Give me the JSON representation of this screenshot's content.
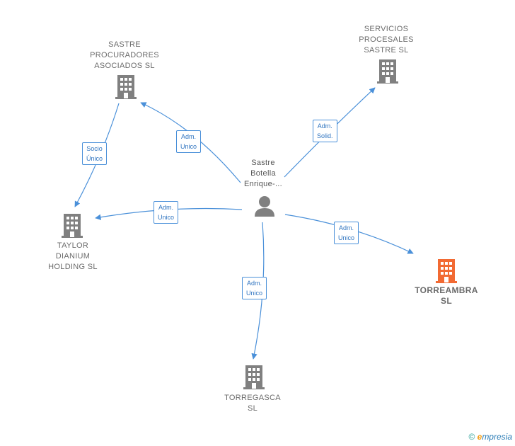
{
  "nodes": {
    "person": {
      "lines": [
        "Sastre",
        "Botella",
        "Enrique-..."
      ]
    },
    "sastre_procuradores": {
      "lines": [
        "SASTRE",
        "PROCURADORES",
        "ASOCIADOS SL"
      ]
    },
    "servicios_procesales": {
      "lines": [
        "SERVICIOS",
        "PROCESALES",
        "SASTRE  SL"
      ]
    },
    "taylor": {
      "lines": [
        "TAYLOR",
        "DIANIUM",
        "HOLDING  SL"
      ]
    },
    "torreambra": {
      "lines": [
        "TORREAMBRA",
        "SL"
      ]
    },
    "torregasca": {
      "lines": [
        "TORREGASCA",
        "SL"
      ]
    }
  },
  "edges": {
    "to_sastre_procuradores": {
      "lines": [
        "Adm.",
        "Unico"
      ]
    },
    "to_servicios": {
      "lines": [
        "Adm.",
        "Solid."
      ]
    },
    "to_taylor": {
      "lines": [
        "Adm.",
        "Unico"
      ]
    },
    "to_torreambra": {
      "lines": [
        "Adm.",
        "Unico"
      ]
    },
    "to_torregasca": {
      "lines": [
        "Adm.",
        "Unico"
      ]
    },
    "procuradores_to_taylor": {
      "lines": [
        "Socio",
        "Único"
      ]
    }
  },
  "colors": {
    "edge": "#4a90d9",
    "building": "#808080",
    "highlight": "#f26a33"
  },
  "brand": {
    "copyright": "©",
    "e": "e",
    "rest": "mpresia"
  }
}
